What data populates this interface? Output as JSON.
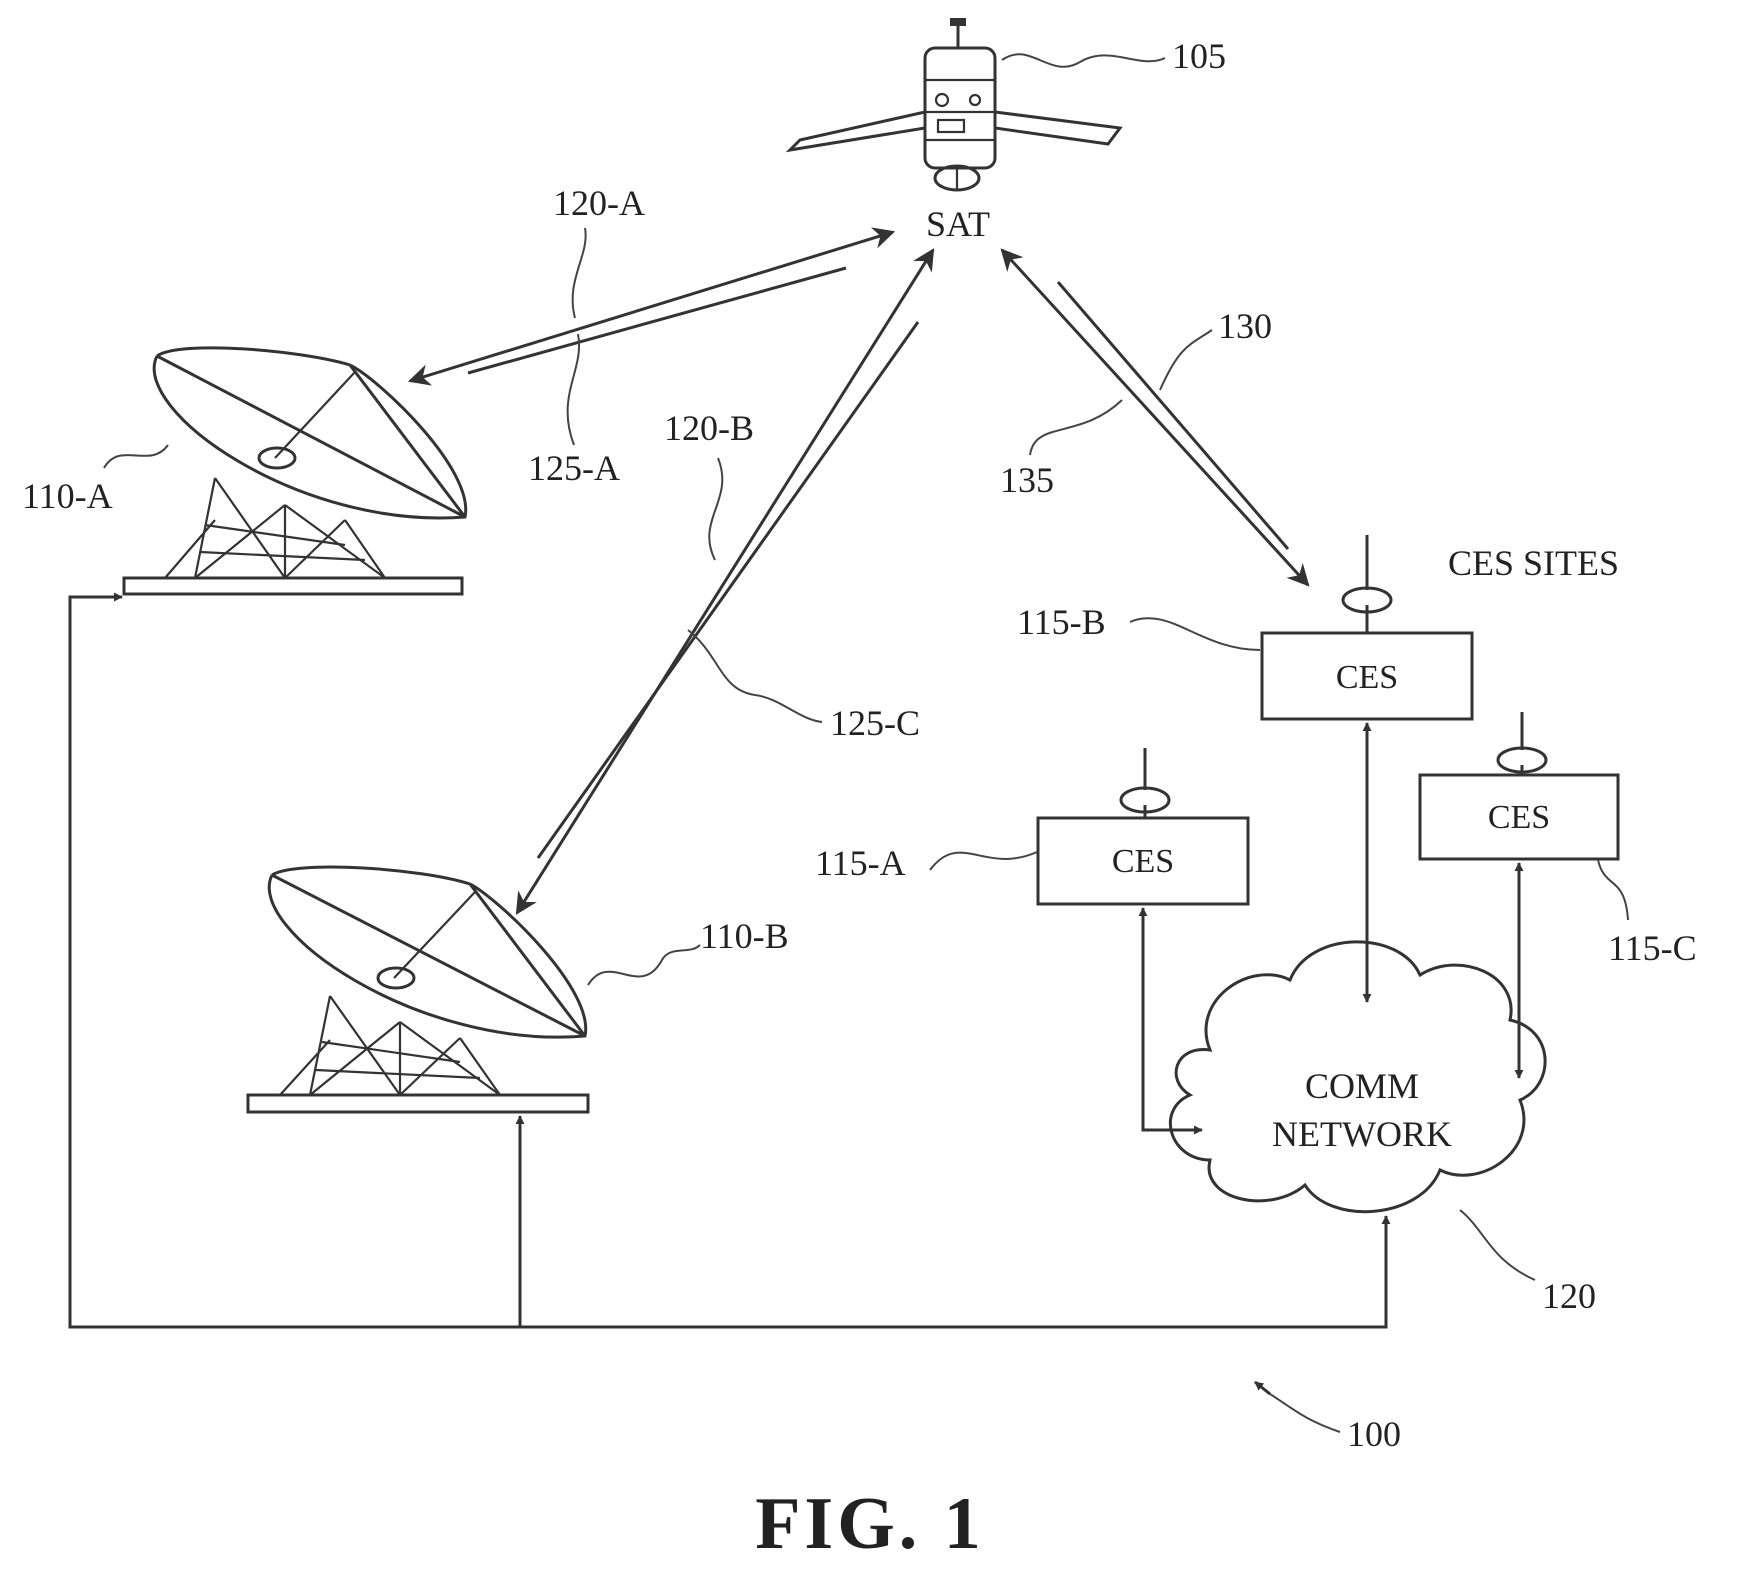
{
  "labels": {
    "sat_ref": "105",
    "sat": "SAT",
    "link_120a": "120-A",
    "link_125a": "125-A",
    "link_120b": "120-B",
    "link_125c": "125-C",
    "link_130": "130",
    "link_135": "135",
    "gw_a": "110-A",
    "gw_b": "110-B",
    "ces_sites": "CES SITES",
    "ces_b_ref": "115-B",
    "ces_a_ref": "115-A",
    "ces_c_ref": "115-C",
    "network_ref": "120",
    "system_ref": "100"
  },
  "boxes": {
    "ces_a": "CES",
    "ces_b": "CES",
    "ces_c": "CES"
  },
  "cloud": {
    "line1": "COMM",
    "line2": "NETWORK"
  },
  "figure": {
    "title": "FIG. 1"
  }
}
